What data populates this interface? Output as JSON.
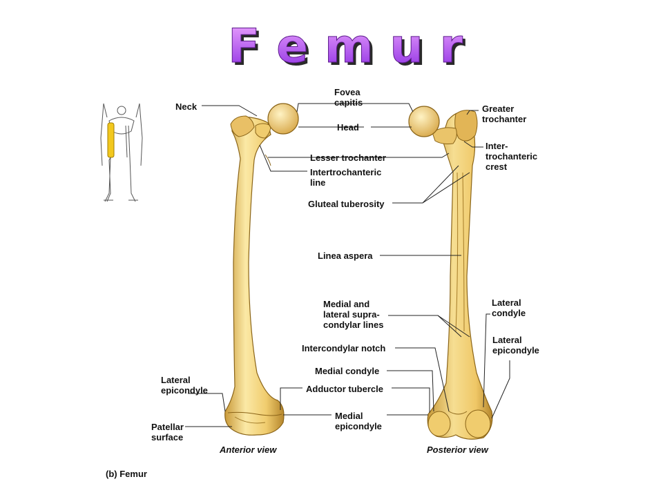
{
  "title": "F e m u r",
  "colors": {
    "title_fill_top": "#f0a8ff",
    "title_fill_bottom": "#8a2be2",
    "title_shadow": "#2a2a2a",
    "bone_light": "#fbe9a6",
    "bone_mid": "#f0cc6e",
    "bone_dark": "#c99a3a",
    "skeleton_highlight": "#f2c81e"
  },
  "labels": {
    "neck": "Neck",
    "fovea_capitis": "Fovea\ncapitis",
    "head": "Head",
    "greater_trochanter": "Greater\ntrochanter",
    "lesser_trochanter": "Lesser trochanter",
    "intertrochanteric_crest": "Inter-\ntrochanteric\ncrest",
    "intertrochanteric_line": "Intertrochanteric\nline",
    "gluteal_tuberosity": "Gluteal tuberosity",
    "linea_aspera": "Linea aspera",
    "supracondylar_lines": "Medial and\nlateral supra-\ncondylar lines",
    "lateral_condyle": "Lateral\ncondyle",
    "intercondylar_notch": "Intercondylar notch",
    "lateral_epicondyle_right": "Lateral\nepicondyle",
    "medial_condyle": "Medial condyle",
    "lateral_epicondyle_left": "Lateral\nepicondyle",
    "adductor_tubercle": "Adductor tubercle",
    "patellar_surface": "Patellar\nsurface",
    "medial_epicondyle": "Medial\nepicondyle"
  },
  "views": {
    "anterior": "Anterior view",
    "posterior": "Posterior view"
  },
  "caption": "(b) Femur"
}
